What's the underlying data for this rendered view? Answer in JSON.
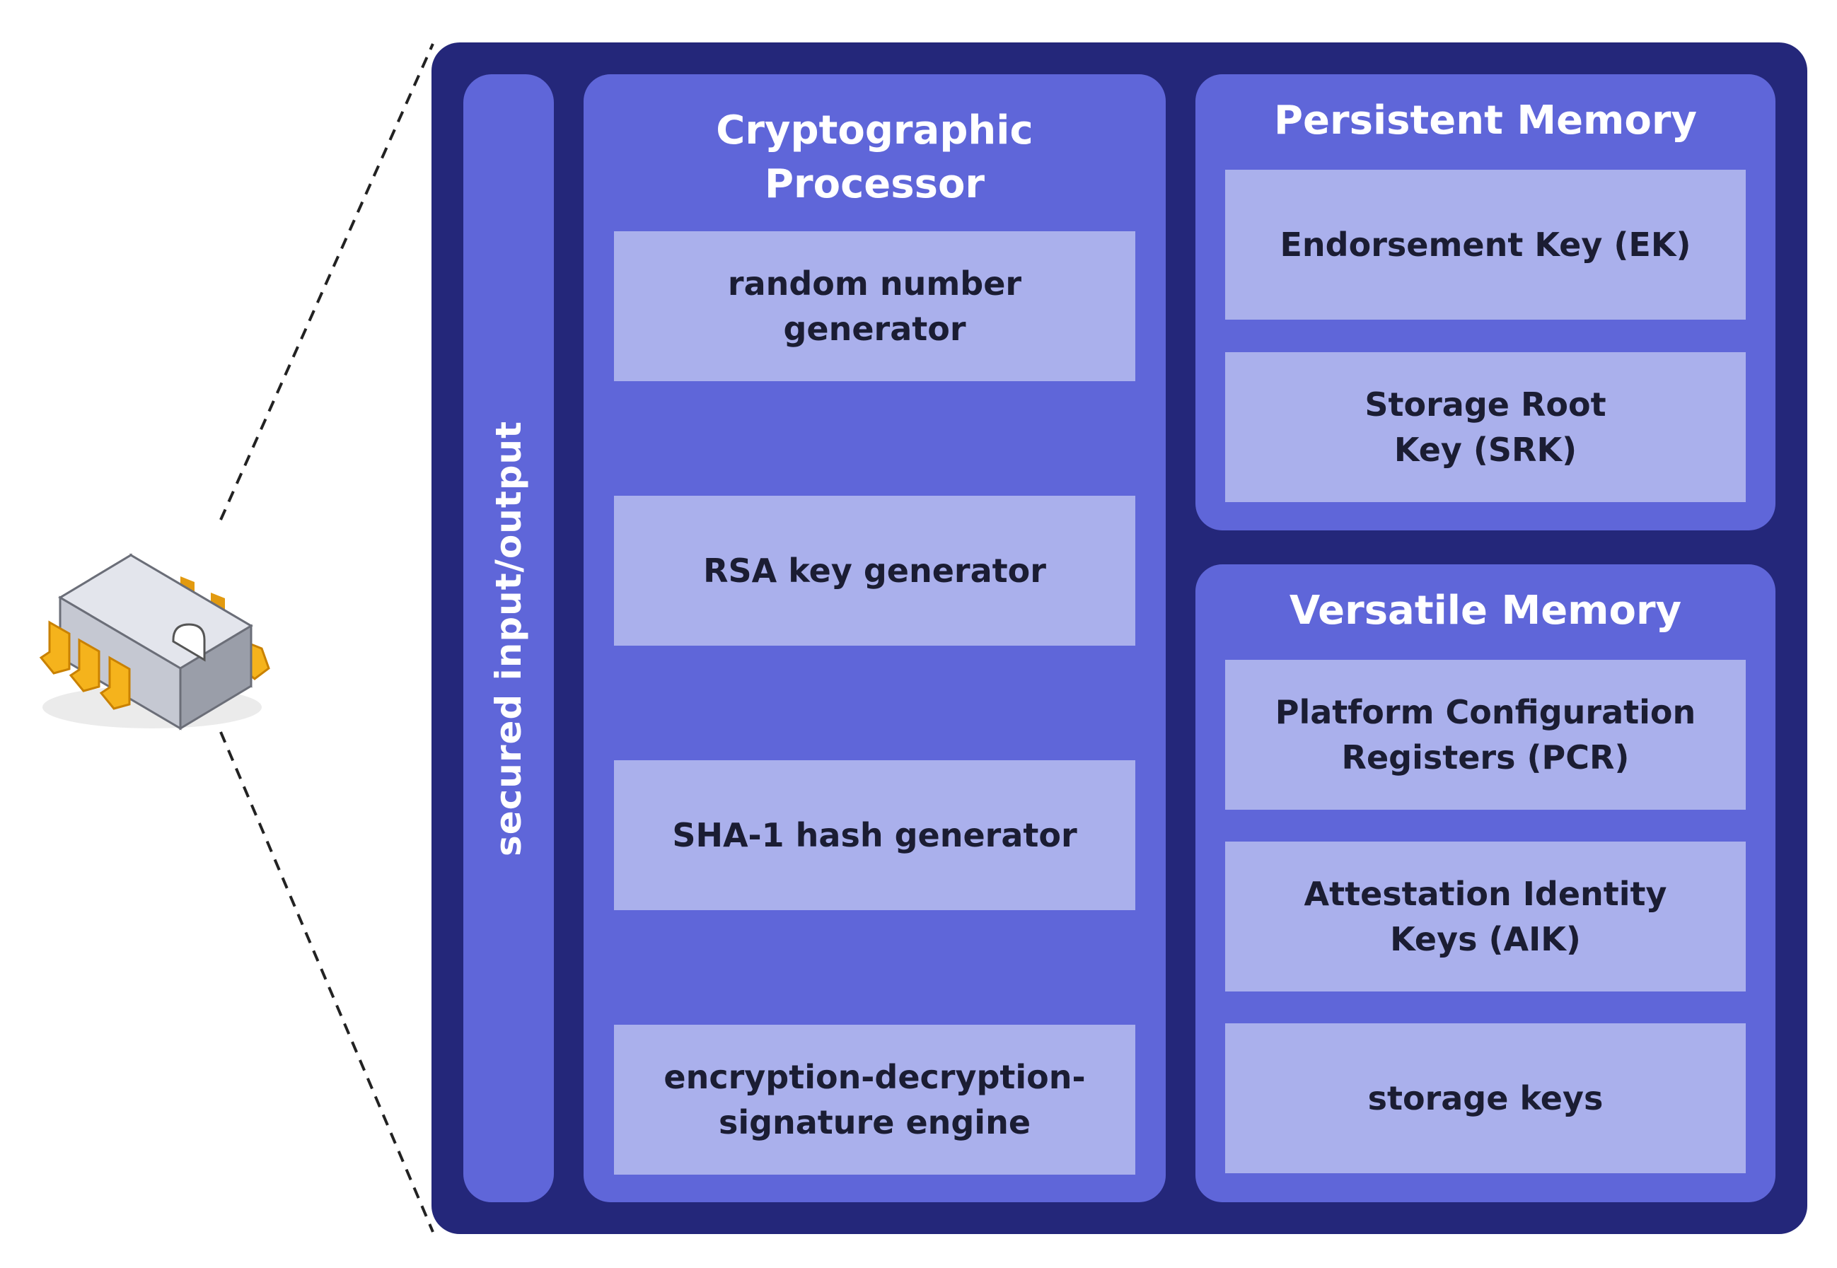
{
  "colors": {
    "outer_frame": "#24277a",
    "panel": "#5f66d9",
    "box": "#aab0ec",
    "panel_title_text": "#ffffff",
    "box_text": "#1b1d33",
    "chip_pins": "#f5b31c"
  },
  "chip": {
    "icon": "microchip-icon"
  },
  "io": {
    "label": "secured input/output"
  },
  "crypto": {
    "title": "Cryptographic\nProcessor",
    "items": [
      "random number\ngenerator",
      "RSA key generator",
      "SHA-1 hash generator",
      "encryption-decryption-\nsignature engine"
    ]
  },
  "persistent": {
    "title": "Persistent Memory",
    "items": [
      "Endorsement Key (EK)",
      "Storage Root\nKey (SRK)"
    ]
  },
  "versatile": {
    "title": "Versatile Memory",
    "items": [
      "Platform Configuration\nRegisters (PCR)",
      "Attestation Identity\nKeys (AIK)",
      "storage keys"
    ]
  }
}
